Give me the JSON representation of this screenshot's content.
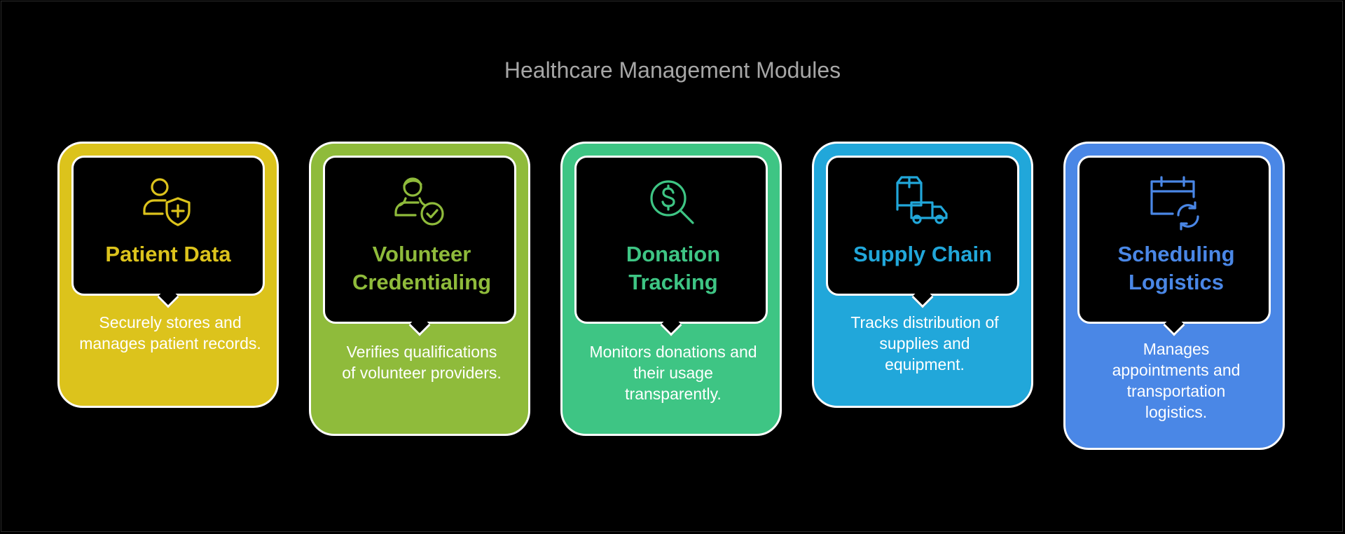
{
  "title": "Healthcare Management Modules",
  "modules": [
    {
      "title": "Patient Data",
      "description": "Securely stores and manages patient records.",
      "icon": "user-shield-icon",
      "color": "#dcc31c"
    },
    {
      "title": "Volunteer Credentialing",
      "description": "Verifies qualifications of volunteer providers.",
      "icon": "user-check-icon",
      "color": "#8fbb3b"
    },
    {
      "title": "Donation Tracking",
      "description": "Monitors donations and their usage transparently.",
      "icon": "dollar-search-icon",
      "color": "#3ec584"
    },
    {
      "title": "Supply Chain",
      "description": "Tracks distribution of supplies and equipment.",
      "icon": "package-truck-icon",
      "color": "#21a7da"
    },
    {
      "title": "Scheduling Logistics",
      "description": "Manages appointments and transportation logistics.",
      "icon": "calendar-refresh-icon",
      "color": "#4a87e6"
    }
  ]
}
